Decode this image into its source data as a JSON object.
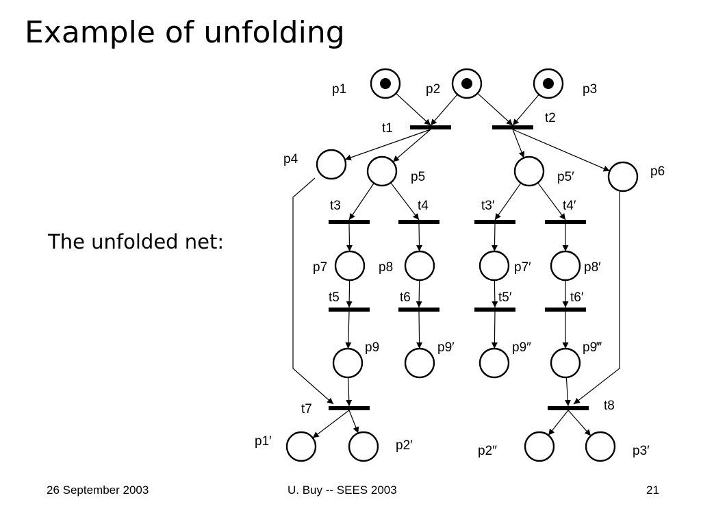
{
  "slide": {
    "title": "Example of unfolding",
    "caption": "The unfolded net:",
    "footer_left": "26 September 2003",
    "footer_center": "U. Buy -- SEES 2003",
    "footer_right": "21"
  },
  "net": {
    "places": [
      {
        "id": "p1",
        "label": "p1",
        "tokens": 1
      },
      {
        "id": "p2",
        "label": "p2",
        "tokens": 1
      },
      {
        "id": "p3",
        "label": "p3",
        "tokens": 1
      },
      {
        "id": "p4",
        "label": "p4",
        "tokens": 0
      },
      {
        "id": "p5",
        "label": "p5",
        "tokens": 0
      },
      {
        "id": "p5b",
        "label": "p5′",
        "tokens": 0
      },
      {
        "id": "p6",
        "label": "p6",
        "tokens": 0
      },
      {
        "id": "p7",
        "label": "p7",
        "tokens": 0
      },
      {
        "id": "p8",
        "label": "p8",
        "tokens": 0
      },
      {
        "id": "p7b",
        "label": "p7′",
        "tokens": 0
      },
      {
        "id": "p8b",
        "label": "p8′",
        "tokens": 0
      },
      {
        "id": "p9",
        "label": "p9",
        "tokens": 0
      },
      {
        "id": "p9b",
        "label": "p9′",
        "tokens": 0
      },
      {
        "id": "p9c",
        "label": "p9″",
        "tokens": 0
      },
      {
        "id": "p9d",
        "label": "p9‴",
        "tokens": 0
      },
      {
        "id": "p1b",
        "label": "p1′",
        "tokens": 0
      },
      {
        "id": "p2b",
        "label": "p2′",
        "tokens": 0
      },
      {
        "id": "p2c",
        "label": "p2″",
        "tokens": 0
      },
      {
        "id": "p3b",
        "label": "p3′",
        "tokens": 0
      }
    ],
    "transitions": [
      {
        "id": "t1",
        "label": "t1"
      },
      {
        "id": "t2",
        "label": "t2"
      },
      {
        "id": "t3",
        "label": "t3"
      },
      {
        "id": "t4",
        "label": "t4"
      },
      {
        "id": "t3b",
        "label": "t3′"
      },
      {
        "id": "t4b",
        "label": "t4′"
      },
      {
        "id": "t5",
        "label": "t5"
      },
      {
        "id": "t6",
        "label": "t6"
      },
      {
        "id": "t5b",
        "label": "t5′"
      },
      {
        "id": "t6b",
        "label": "t6′"
      },
      {
        "id": "t7",
        "label": "t7"
      },
      {
        "id": "t8",
        "label": "t8"
      }
    ],
    "arcs": [
      [
        "p1",
        "t1"
      ],
      [
        "p2",
        "t1"
      ],
      [
        "p2",
        "t2"
      ],
      [
        "p3",
        "t2"
      ],
      [
        "t1",
        "p4"
      ],
      [
        "t1",
        "p5"
      ],
      [
        "t2",
        "p5b"
      ],
      [
        "t2",
        "p6"
      ],
      [
        "p5",
        "t3"
      ],
      [
        "p5",
        "t4"
      ],
      [
        "p5b",
        "t3b"
      ],
      [
        "p5b",
        "t4b"
      ],
      [
        "t3",
        "p7"
      ],
      [
        "t4",
        "p8"
      ],
      [
        "t3b",
        "p7b"
      ],
      [
        "t4b",
        "p8b"
      ],
      [
        "p7",
        "t5"
      ],
      [
        "p8",
        "t6"
      ],
      [
        "p7b",
        "t5b"
      ],
      [
        "p8b",
        "t6b"
      ],
      [
        "t5",
        "p9"
      ],
      [
        "t6",
        "p9b"
      ],
      [
        "t5b",
        "p9c"
      ],
      [
        "t6b",
        "p9d"
      ],
      [
        "p4",
        "t7"
      ],
      [
        "p9",
        "t7"
      ],
      [
        "p9d",
        "t8"
      ],
      [
        "p6",
        "t8"
      ],
      [
        "t7",
        "p1b"
      ],
      [
        "t7",
        "p2b"
      ],
      [
        "t8",
        "p2c"
      ],
      [
        "t8",
        "p3b"
      ]
    ]
  }
}
